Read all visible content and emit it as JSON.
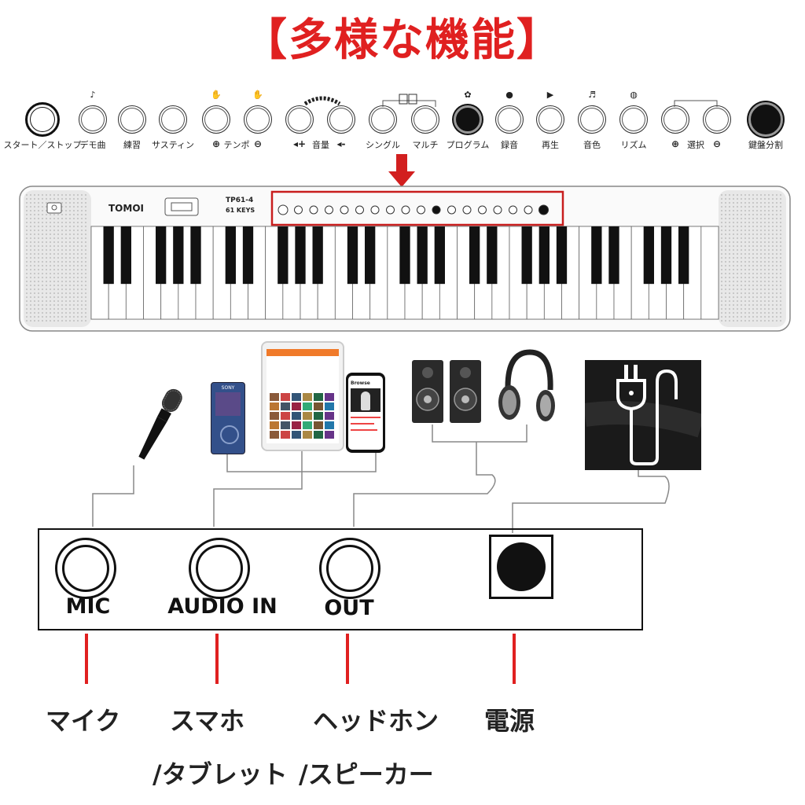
{
  "title": "【多様な機能】",
  "controls": [
    {
      "label": "スタート／ストップ",
      "icon": "",
      "filled": false,
      "large": true
    },
    {
      "label": "デモ曲",
      "icon": "music-note-icon",
      "filled": false
    },
    {
      "label": "練習",
      "icon": "",
      "filled": false
    },
    {
      "label": "サスティン",
      "icon": "",
      "filled": false
    },
    {
      "label": "",
      "icon": "plus-icon",
      "filled": false
    },
    {
      "label": "",
      "icon": "minus-icon",
      "filled": false
    },
    {
      "label": "",
      "icon": "volume-up-icon",
      "filled": false
    },
    {
      "label": "",
      "icon": "volume-down-icon",
      "filled": false
    },
    {
      "label": "シングル",
      "icon": "",
      "filled": false
    },
    {
      "label": "マルチ",
      "icon": "",
      "filled": false
    },
    {
      "label": "プログラム",
      "icon": "flower-icon",
      "filled": true
    },
    {
      "label": "録音",
      "icon": "microphone-icon",
      "filled": false
    },
    {
      "label": "再生",
      "icon": "play-icon",
      "filled": false
    },
    {
      "label": "音色",
      "icon": "violin-icon",
      "filled": false
    },
    {
      "label": "リズム",
      "icon": "drum-icon",
      "filled": false
    },
    {
      "label": "",
      "icon": "plus-icon",
      "filled": false
    },
    {
      "label": "",
      "icon": "minus-icon",
      "filled": false
    },
    {
      "label": "鍵盤分割",
      "icon": "",
      "filled": true,
      "large": true
    }
  ],
  "group_labels": {
    "tempo": "テンポ",
    "volume": "音量",
    "select": "選択"
  },
  "keyboard": {
    "brand": "TOMOI",
    "model": "TP61-4",
    "keys_label": "61 KEYS"
  },
  "devices": {
    "player_brand": "SONY",
    "phone_screen_title": "Browse"
  },
  "ports": [
    {
      "label": "MIC"
    },
    {
      "label": "AUDIO IN"
    },
    {
      "label": "OUT"
    },
    {
      "label": ""
    }
  ],
  "port_descriptions": {
    "mic": "マイク",
    "audio_in_1": "スマホ",
    "audio_in_2": "/タブレット",
    "out_1": "ヘッドホン",
    "out_2": "/スピーカー",
    "power": "電源"
  },
  "colors": {
    "title_red": "#e02020",
    "line_red": "#e02020",
    "button_fill": "#111111"
  }
}
